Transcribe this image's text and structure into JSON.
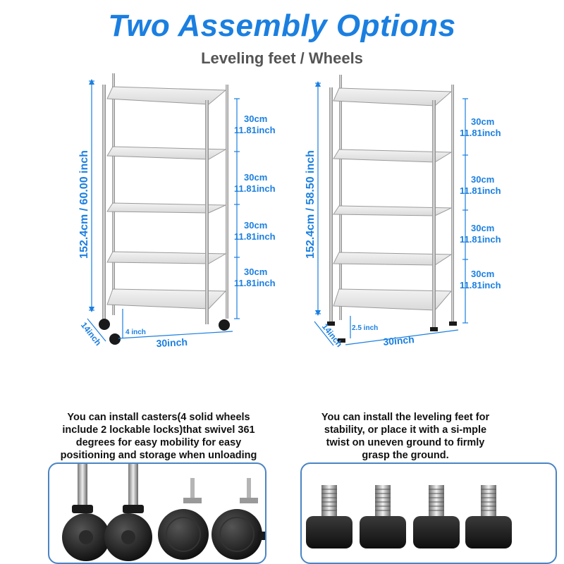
{
  "header": {
    "title": "Two Assembly Options",
    "subtitle": "Leveling feet / Wheels"
  },
  "left_shelf": {
    "height_label": "152.4cm / 60.00 inch",
    "gap_cm": [
      "30cm",
      "30cm",
      "30cm",
      "30cm"
    ],
    "gap_in": [
      "11.81inch",
      "11.81inch",
      "11.81inch",
      "11.81inch"
    ],
    "clearance": "4 inch",
    "depth": "14inch",
    "width": "30inch"
  },
  "right_shelf": {
    "height_label": "152.4cm / 58.50 inch",
    "gap_cm": [
      "30cm",
      "30cm",
      "30cm",
      "30cm"
    ],
    "gap_in": [
      "11.81inch",
      "11.81inch",
      "11.81inch",
      "11.81inch"
    ],
    "clearance": "2.5 inch",
    "depth": "14inch",
    "width": "30inch"
  },
  "left_desc": {
    "lines": [
      "You can install casters(4 solid wheels",
      "include 2 lockable locks)that swivel 361",
      "degrees for easy mobility for easy",
      "positioning and storage when unloading"
    ]
  },
  "right_desc": {
    "lines": [
      "You can install the leveling feet for",
      "stability, or place it with a si-mple",
      "twist on uneven ground to firmly",
      "grasp the ground."
    ]
  },
  "colors": {
    "accent": "#1b7fe0",
    "panel_border": "#4a84c4"
  }
}
